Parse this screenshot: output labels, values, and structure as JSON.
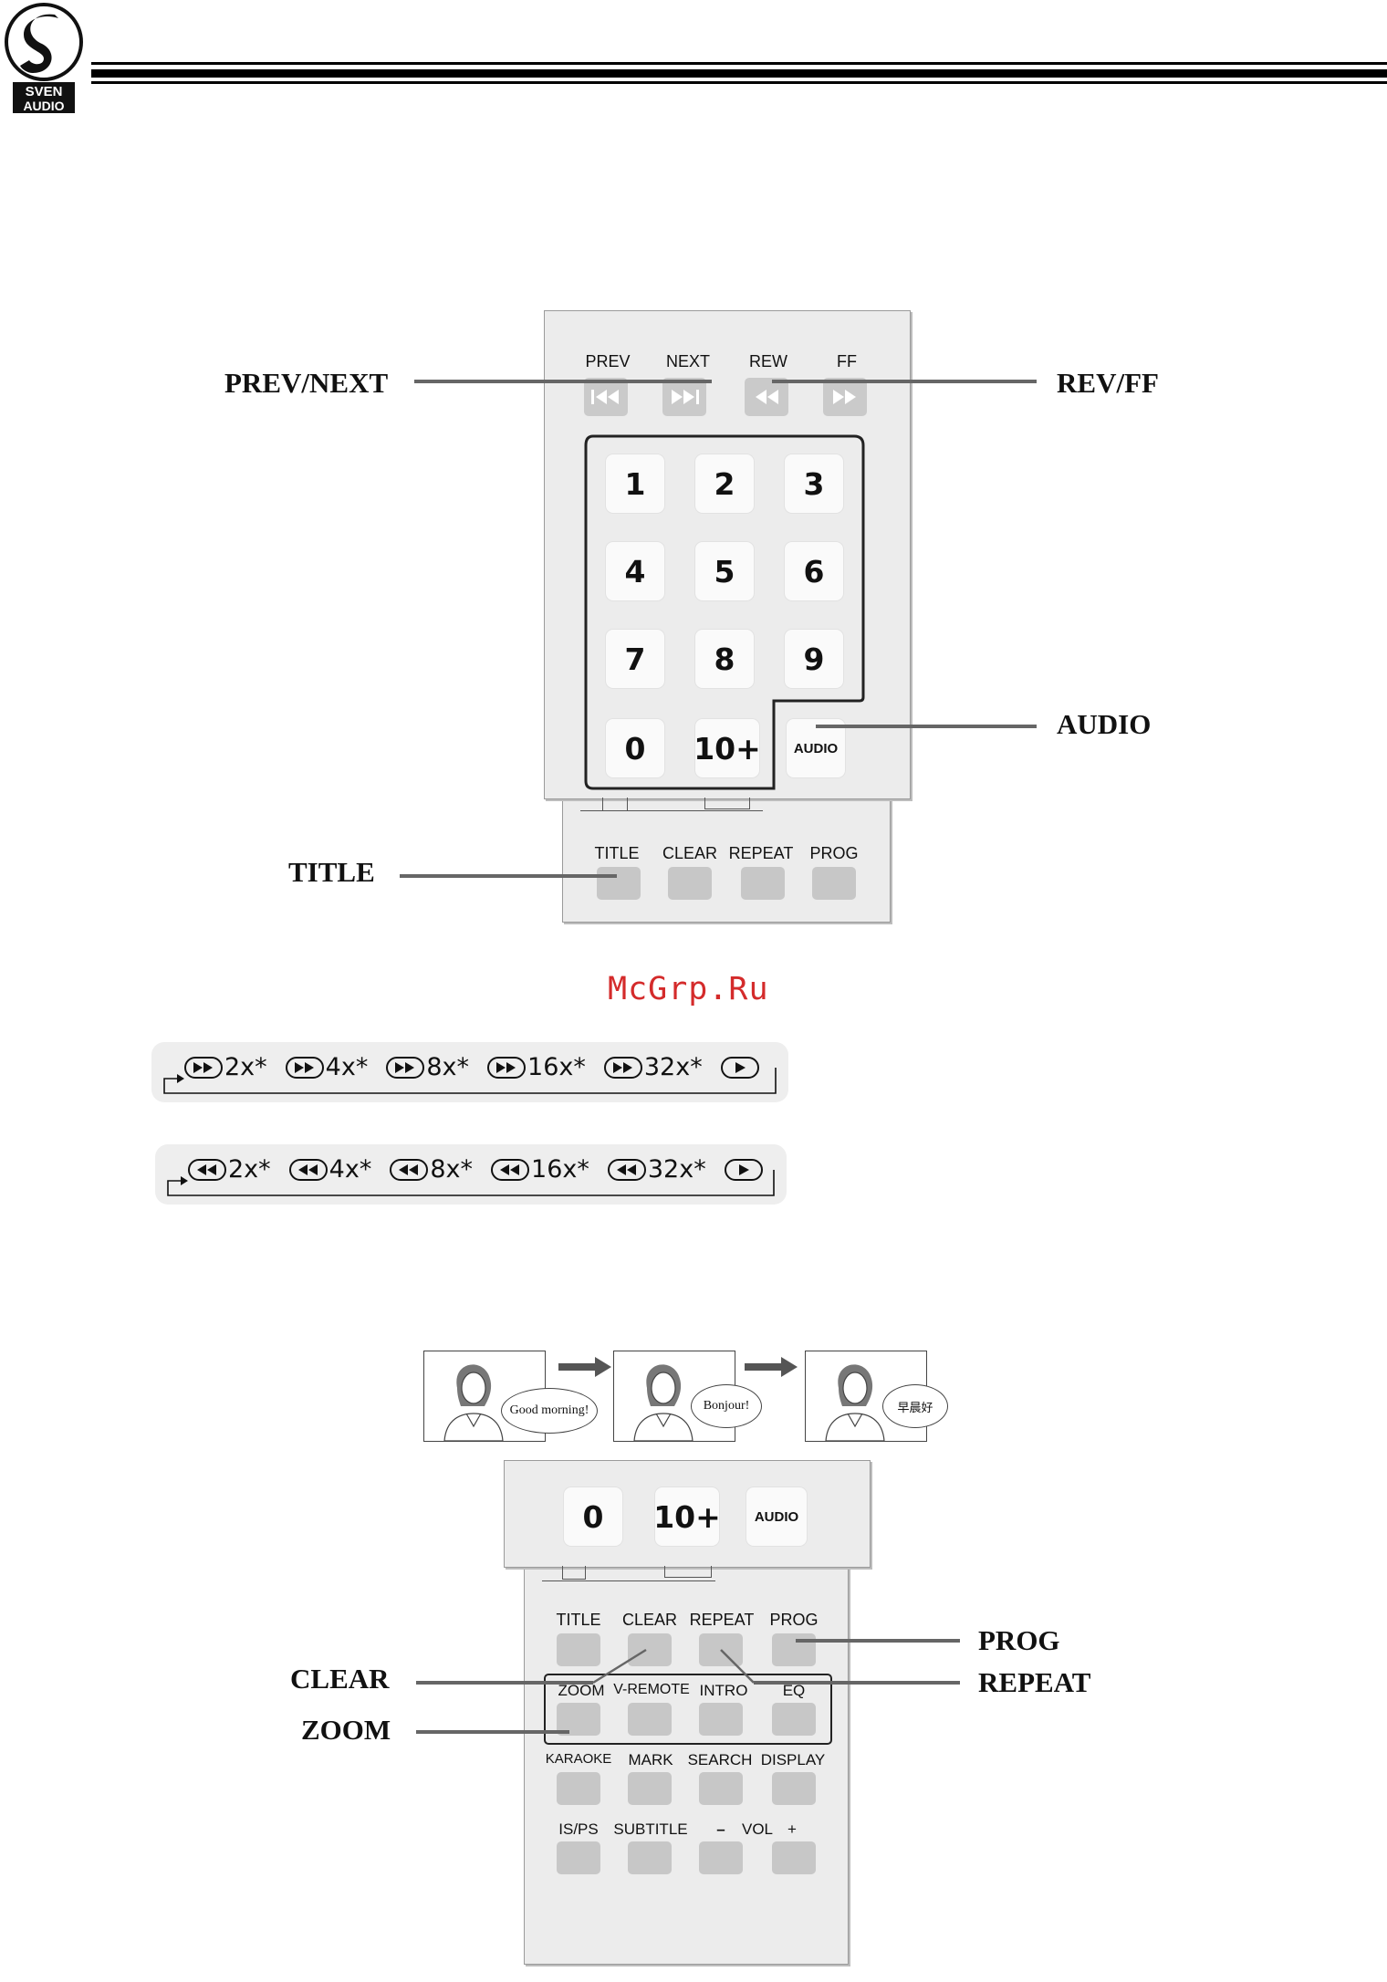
{
  "header": {
    "logo_top": "SVEN",
    "logo_bottom": "AUDIO"
  },
  "figure1": {
    "callouts": {
      "prev_next": "PREV/NEXT",
      "rev_ff": "REV/FF",
      "audio": "AUDIO",
      "title": "TITLE"
    },
    "transport_labels": [
      "PREV",
      "NEXT",
      "REW",
      "FF"
    ],
    "numeric_keys": [
      "1",
      "2",
      "3",
      "4",
      "5",
      "6",
      "7",
      "8",
      "9",
      "0",
      "10+"
    ],
    "audio_key": "AUDIO",
    "lower_labels": [
      "TITLE",
      "CLEAR",
      "REPEAT",
      "PROG"
    ]
  },
  "watermark": "McGrp.Ru",
  "speeds": {
    "forward": [
      "2x*",
      "4x*",
      "8x*",
      "16x*",
      "32x*"
    ],
    "reverse": [
      "2x*",
      "4x*",
      "8x*",
      "16x*",
      "32x*"
    ]
  },
  "subtitles": {
    "bubbles": [
      "Good  morning!",
      "Bonjour!",
      "早晨好"
    ]
  },
  "figure2": {
    "top_keys": [
      "0",
      "10+",
      "AUDIO"
    ],
    "row1_labels": [
      "TITLE",
      "CLEAR",
      "REPEAT",
      "PROG"
    ],
    "row2_labels": [
      "ZOOM",
      "V-REMOTE",
      "INTRO",
      "EQ"
    ],
    "row3_labels": [
      "KARAOKE",
      "MARK",
      "SEARCH",
      "DISPLAY"
    ],
    "row4_labels": [
      "IS/PS",
      "SUBTITLE",
      "–",
      "VOL",
      "+"
    ],
    "callouts": {
      "clear": "CLEAR",
      "zoom": "ZOOM",
      "prog": "PROG",
      "repeat": "REPEAT"
    }
  }
}
